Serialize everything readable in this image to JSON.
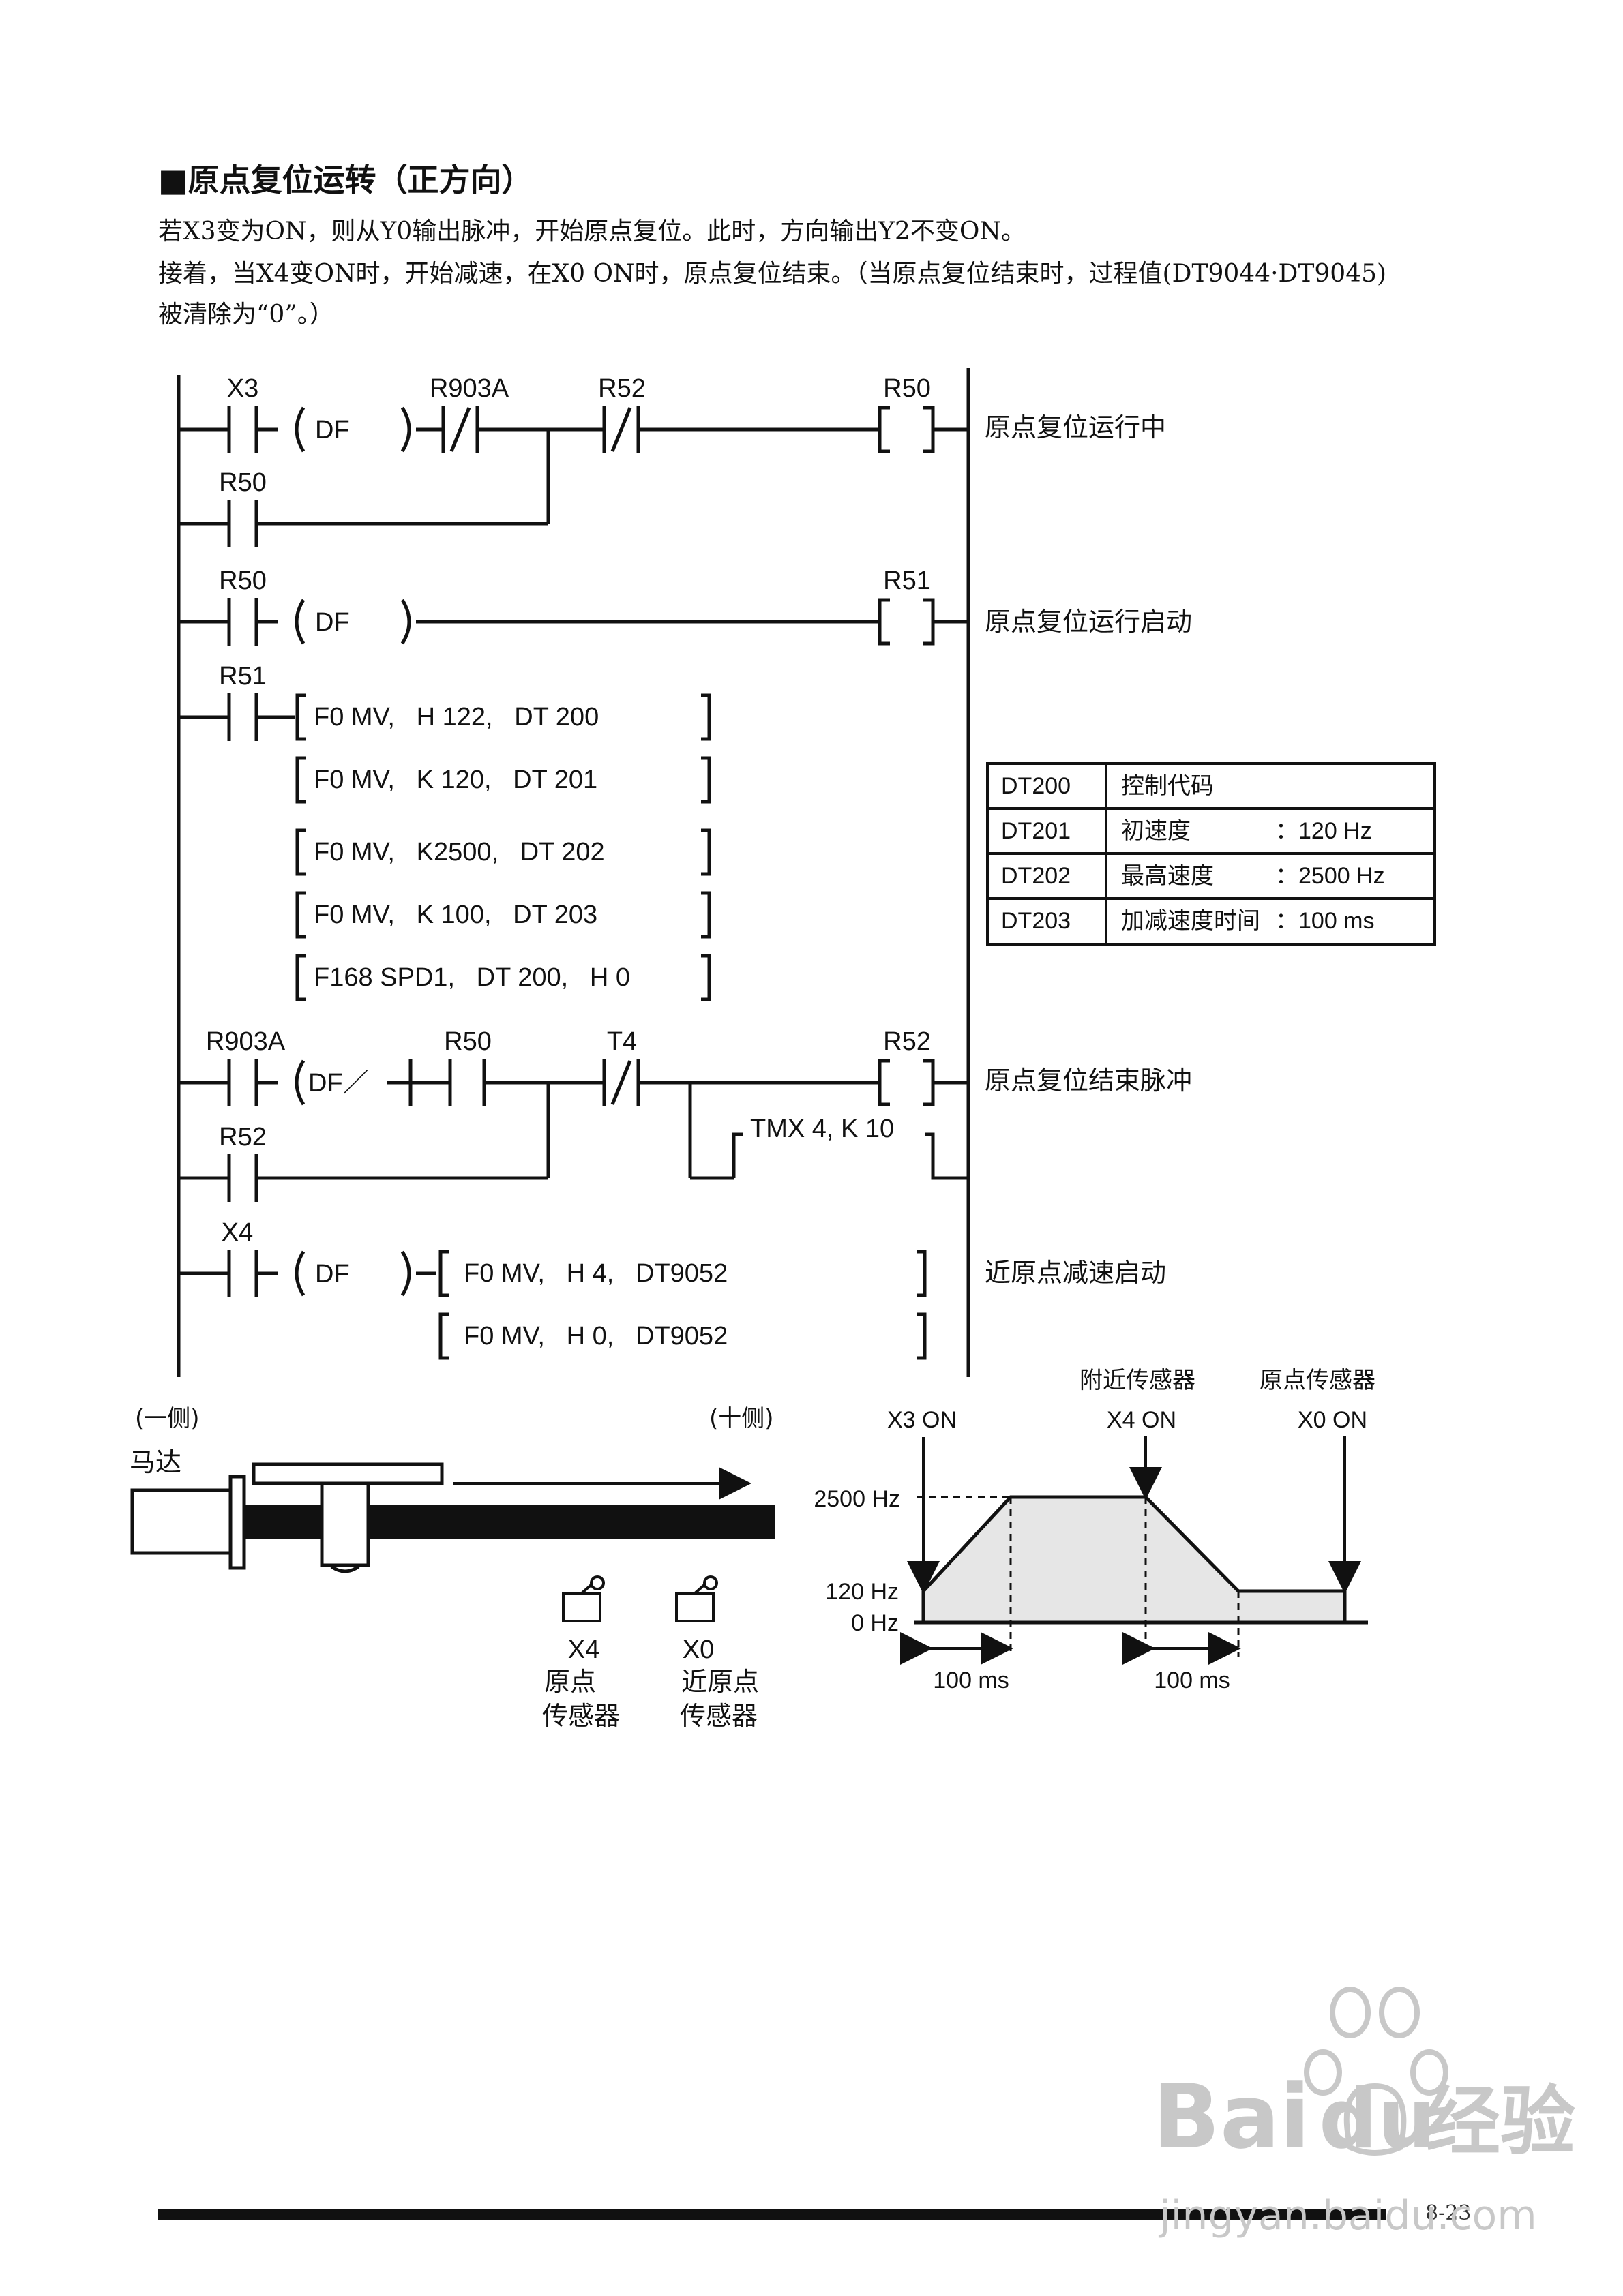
{
  "header": {
    "title": "■原点复位运转（正方向）",
    "line1": "若X3变为ON，则从Y0输出脉冲，开始原点复位。此时，方向输出Y2不变ON。",
    "line2": "接着，当X4变ON时，开始减速，在X0 ON时，原点复位结束。（当原点复位结束时，过程值(DT9044·DT9045)",
    "line3": "被清除为“0”。）"
  },
  "ladder": {
    "rung1": {
      "c1": "X3",
      "df": "DF",
      "c2": "R903A",
      "c3": "R52",
      "coil": "R50",
      "hold": "R50",
      "comment": "原点复位运行中"
    },
    "rung2": {
      "c1": "R50",
      "df": "DF",
      "coil": "R51",
      "comment": "原点复位运行启动"
    },
    "rung3": {
      "c1": "R51",
      "instr": [
        "F0 MV,   H 122,   DT 200",
        "F0 MV,   K 120,   DT 201",
        "F0 MV,   K2500,   DT 202",
        "F0 MV,   K 100,   DT 203",
        "F168 SPD1,   DT 200,   H 0"
      ]
    },
    "rung4": {
      "c1": "R903A",
      "df": "DF／",
      "c2": "R50",
      "c3": "T4",
      "coil": "R52",
      "timer": "TMX 4, K 10",
      "hold": "R52",
      "comment": "原点复位结束脉冲"
    },
    "rung5": {
      "c1": "X4",
      "df": "DF",
      "instr": [
        "F0 MV,   H 4,   DT9052",
        "F0 MV,   H 0,   DT9052"
      ],
      "comment": "近原点减速启动"
    }
  },
  "param_table": {
    "rows": [
      {
        "reg": "DT200",
        "desc": "控制代码",
        "value": ""
      },
      {
        "reg": "DT201",
        "desc": "初速度",
        "value": "：120 Hz"
      },
      {
        "reg": "DT202",
        "desc": "最高速度",
        "value": "：2500 Hz"
      },
      {
        "reg": "DT203",
        "desc": "加减速度时间",
        "value": "：100 ms"
      }
    ]
  },
  "mechanism": {
    "minus_side": "(一侧)",
    "plus_side": "(十侧)",
    "motor": "马达",
    "sensor1": {
      "id": "X4",
      "l1": "原点",
      "l2": "传感器"
    },
    "sensor2": {
      "id": "X0",
      "l1": "近原点",
      "l2": "传感器"
    }
  },
  "speed_profile": {
    "x3_label": "X3 ON",
    "near_title": "附近传感器",
    "near_label": "X4 ON",
    "origin_title": "原点传感器",
    "origin_label": "X0 ON",
    "y_ticks": [
      "2500 Hz",
      "120 Hz",
      "0 Hz"
    ],
    "accel_time": "100 ms",
    "decel_time": "100 ms"
  },
  "footer": {
    "page": "8-23"
  },
  "watermark": {
    "brand": "Bai",
    "brand2": "du",
    "brand3": "经验",
    "url": "jingyan.baidu.com"
  },
  "colors": {
    "ink": "#111111",
    "fill_area": "#e6e6e6",
    "watermark": "#c8c8c8"
  }
}
